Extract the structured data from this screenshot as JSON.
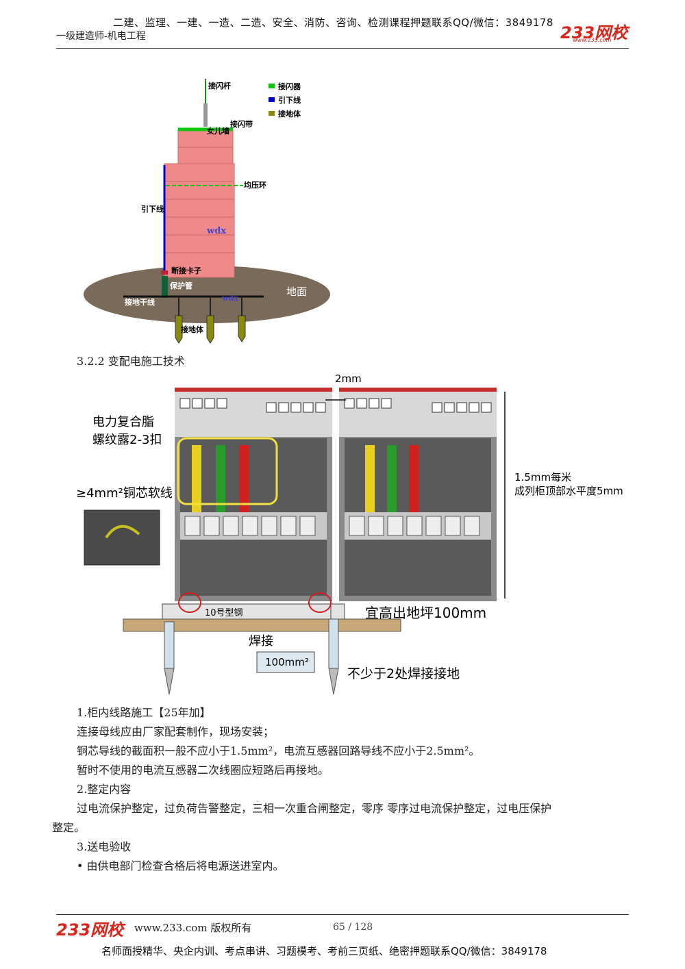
{
  "header": {
    "top_line": "二建、监理、一建、一造、二造、安全、消防、咨询、检测课程押题联系QQ/微信：3849178",
    "subtitle": "一级建造师-机电工程",
    "logo": "233网校",
    "logo_url": "www.233.com"
  },
  "diagram1": {
    "legend": [
      "接闪器",
      "引下线",
      "接地体"
    ],
    "labels": {
      "rod": "接闪杆",
      "parapet": "女儿墙",
      "strip": "接闪带",
      "ring": "均压环",
      "down": "引下线",
      "wdx": "wdx",
      "clamp": "断接卡子",
      "pipe": "保护管",
      "ground": "地面",
      "trunk": "接地干线",
      "electrode": "接地体",
      "wdx2": "wdx"
    },
    "colors": {
      "air": "#11c511",
      "down": "#0000d0",
      "earth": "#8a8a10",
      "brick": "#f08080"
    }
  },
  "section_title": "3.2.2 变配电施工技术",
  "diagram2": {
    "gap": "2mm",
    "grease1": "电力复合脂",
    "grease2": "螺纹露2-3扣",
    "wire": "≥4mm²铜芯软线",
    "level1": "1.5mm每米",
    "level2": "成列柜顶部水平度5mm",
    "steel": "10号型钢",
    "height": "宜高出地坪100mm",
    "weld": "焊接",
    "area": "100mm²",
    "points": "不少于2处焊接接地"
  },
  "body": {
    "p1": "1.柜内线路施工【25年加】",
    "p2": "连接母线应由厂家配套制作，现场安装；",
    "p3": "铜芯导线的截面积一般不应小于1.5mm²，电流互感器回路导线不应小于2.5mm²。",
    "p4": "暂时不使用的电流互感器二次线圈应短路后再接地。",
    "p5": "2.整定内容",
    "p6a": "过电流保护整定，过负荷告警整定，三相一次重合闸整定，零序 零序过电流保护整定，过电压保护",
    "p6b": "整定。",
    "p7": "3.送电验收",
    "p8": "• 由供电部门检查合格后将电源送进室内。"
  },
  "footer": {
    "logo": "233网校",
    "copyright": "www.233.com 版权所有",
    "page": "65 / 128",
    "bottom_line": "名师面授精华、央企内训、考点串讲、习题模考、考前三页纸、绝密押题联系QQ/微信：3849178"
  }
}
